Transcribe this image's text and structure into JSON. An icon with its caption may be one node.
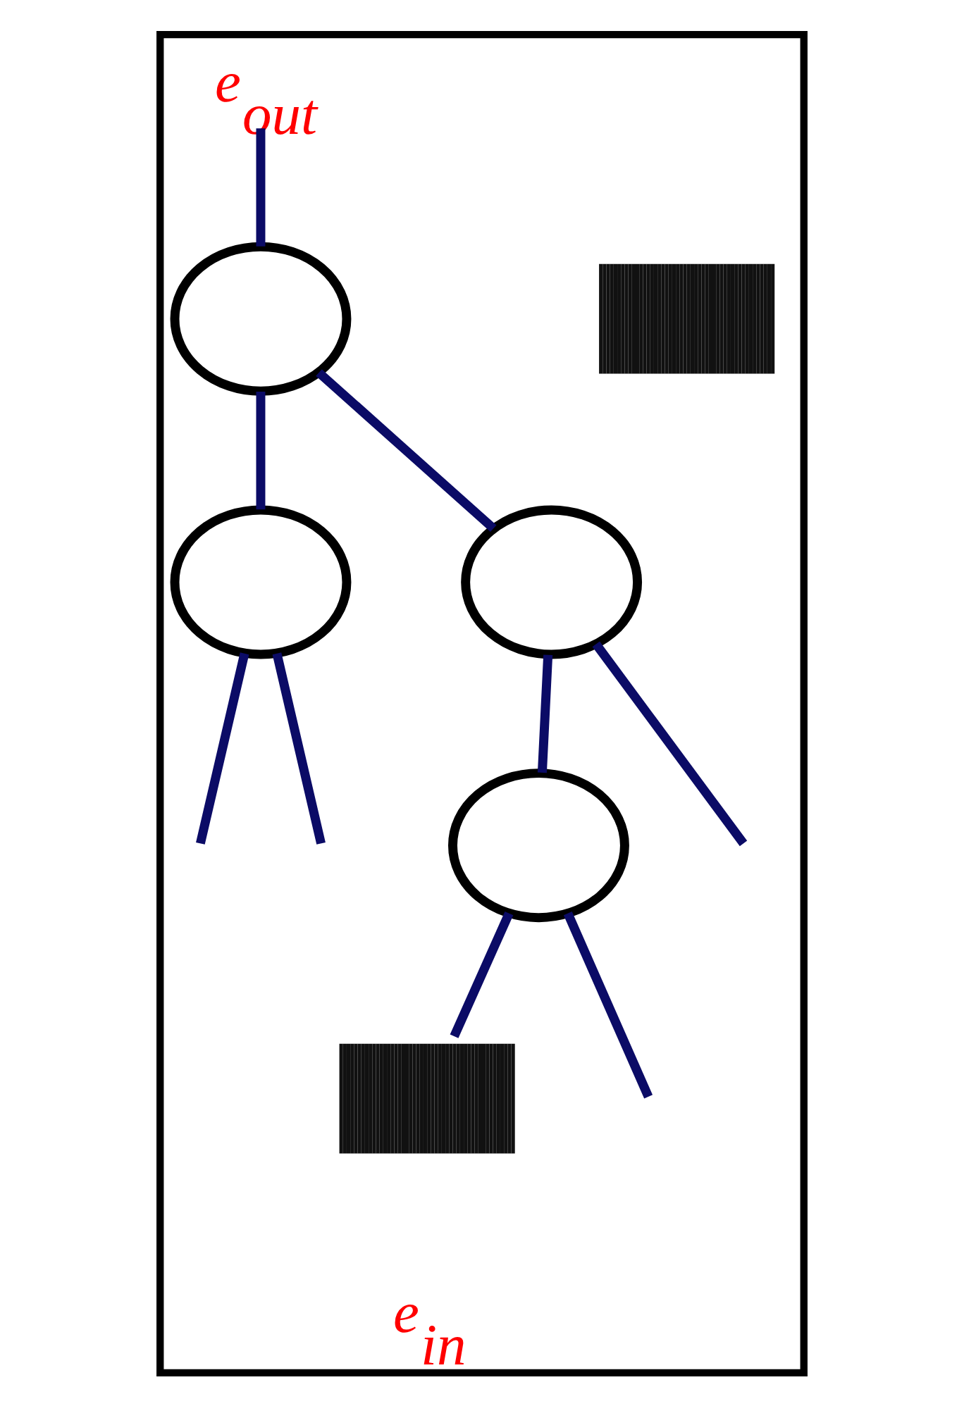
{
  "diagram": {
    "nodes": [
      {
        "text": [],
        "shape": "box"
      },
      {
        "text": [
          "e$_{out}$"
        ],
        "in": 0
      },
      {
        "text": [],
        "shape": "circle",
        "in": 0
      },
      {
        "text": [],
        "shape": "circle",
        "in": 0
      },
      {
        "text": [],
        "shape": "circle",
        "in": 0
      },
      {
        "text": [],
        "shape": "circle",
        "in": 0
      },
      {
        "text": [],
        "shape": "picture",
        "in": 0
      },
      {
        "text": [],
        "shape": "picture",
        "beside": [
          "e$_{in}$"
        ],
        "in": 0
      }
    ],
    "edges": [
      {
        "from": 1,
        "to": 2,
        "arrow": "none"
      },
      {
        "from": 2,
        "to": 3,
        "arrow": "none"
      },
      {
        "from": 2,
        "to": 4,
        "arrow": "none"
      },
      {
        "from": 3,
        "to": null,
        "arrow": "none"
      },
      {
        "from": 3,
        "to": null,
        "arrow": "none"
      },
      {
        "from": 4,
        "to": 5,
        "arrow": "none"
      },
      {
        "from": 4,
        "to": null,
        "arrow": "none"
      },
      {
        "from": 5,
        "to": 7,
        "arrow": "none"
      },
      {
        "from": 5,
        "to": null,
        "arrow": "none"
      }
    ]
  }
}
